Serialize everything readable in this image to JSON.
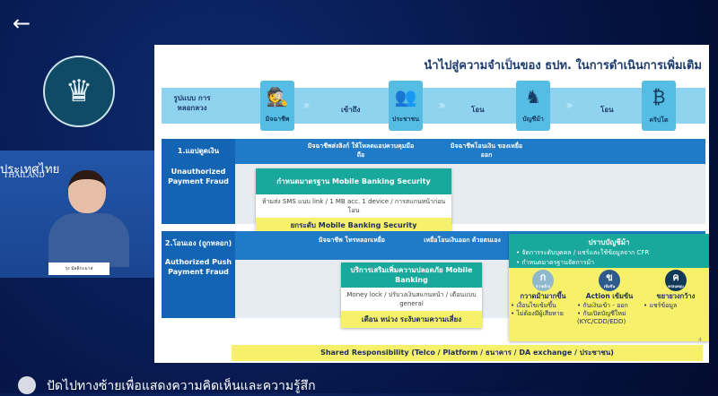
{
  "nav": {
    "back_icon": "arrow-left-icon"
  },
  "video": {
    "banner_th": "ประเทศไทย",
    "banner_en": "THAILAND",
    "nameplate": "รุ่ง มัลลิกะมาส"
  },
  "slide": {
    "title": "นำไปสู่ความจำเป็นของ ธปท. ในการดำเนินการเพิ่มเติม",
    "header_label": "รูปแบบ การหลอกลวง",
    "stages": [
      {
        "label": "มิจฉาชีพ",
        "icon": "spy-icon"
      },
      {
        "label": "ประชาชน",
        "icon": "people-icon"
      },
      {
        "label": "บัญชีม้า",
        "icon": "horse-icon"
      },
      {
        "label": "คริปโต",
        "icon": "bitcoin-icon"
      }
    ],
    "arrows": [
      "เข้าถึง",
      "โอน",
      "โอน"
    ],
    "row1": {
      "label_th": "1.แอปดูดเงิน",
      "label_en": "Unauthorized Payment Fraud",
      "step1": "มิจฉาชีพส่งลิงก์ ให้โหลดแอปควบคุมมือถือ",
      "step2": "มิจฉาชีพโอนเงิน ของเหยื่อออก",
      "box": {
        "title": "กำหนดมาตรฐาน Mobile Banking Security",
        "body": "ห้ามส่ง SMS แนบ link / 1 MB acc. 1 device / การสแกนหน้าก่อนโอน",
        "highlight": "ยกระดับ Mobile Banking Security"
      }
    },
    "row2": {
      "label_th": "2.โอนเอง (ถูกหลอก)",
      "label_en": "Authorized Push Payment Fraud",
      "step1": "มิจฉาชีพ โทรหลอกเหยื่อ",
      "step2": "เหยื่อโอนเงินออก ด้วยตนเอง",
      "box": {
        "title": "บริการเสริมเพิ่มความปลอดภัย Mobile Banking",
        "body": "Money lock / ปรับวงเงินสแกนหน้า / เตือนแบบ general",
        "highlight": "เตือน หน่วง ระงับตามความเสี่ยง"
      }
    },
    "mule": {
      "title": "ปราบบัญชีม้า",
      "bullets": [
        "จัดการระดับบุคคล / แชร์และใช้ข้อมูลจาก CFR",
        "กำหนดมาตรฐานจัดการม้า"
      ],
      "columns": [
        {
          "letter": "ก",
          "sub": "กวาดล้าง",
          "color": "#8fb8cc",
          "heading": "กวาดม้ามากขึ้น",
          "items": [
            "เงื่อนไขเข้มขึ้น",
            "ไม่ต้องมีผู้เสียหาย"
          ]
        },
        {
          "letter": "ข",
          "sub": "เข้มข้น",
          "color": "#2f5a8c",
          "heading": "Action เข้มข้น",
          "items": [
            "กันเงินเข้า - ออก",
            "กันเปิดบัญชีใหม่ (KYC/CDD/EDD)"
          ]
        },
        {
          "letter": "ค",
          "sub": "ครอบคลุม",
          "color": "#123858",
          "heading": "ขยายวงกว้าง",
          "items": [
            "แชร์ข้อมูล"
          ]
        }
      ]
    },
    "shared": "Shared Responsibility (Telco / Platform / ธนาคาร / DA exchange / ประชาชน)",
    "page_number": "4"
  },
  "caption": "ปัดไปทางซ้ายเพื่อแสดงความคิดเห็นและความรู้สึก"
}
